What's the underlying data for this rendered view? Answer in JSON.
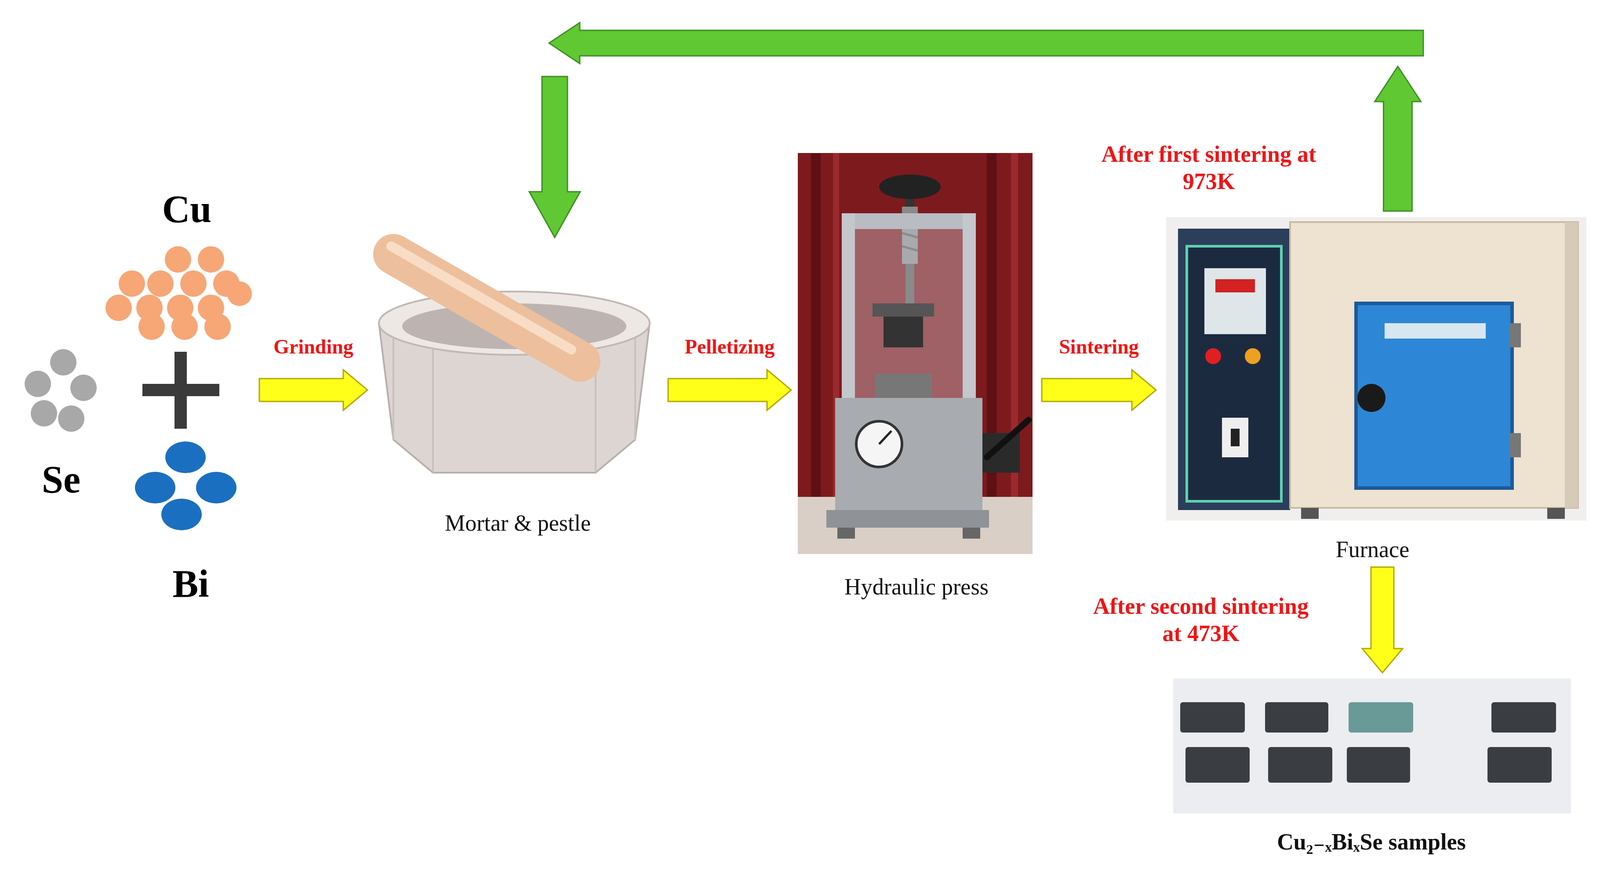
{
  "diagram": {
    "nodes": [
      {
        "text": [
          "Cu",
          "Se",
          "Bi"
        ]
      },
      {
        "text": [
          "Mortar & pestle"
        ]
      },
      {
        "text": [
          "Hydraulic press"
        ]
      },
      {
        "text": [
          "Furnace"
        ]
      },
      {
        "text": [
          "Cu₂₋ₓBiₓSe samples"
        ]
      }
    ],
    "edges": [
      {
        "from": 0,
        "to": 1,
        "arrow": "to",
        "label": "Grinding"
      },
      {
        "from": 1,
        "to": 2,
        "arrow": "to",
        "label": "Pelletizing"
      },
      {
        "from": 2,
        "to": 3,
        "arrow": "to",
        "label": "Sintering"
      },
      {
        "from": 3,
        "to": 1,
        "arrow": "to",
        "label": "After first sintering at 973K"
      },
      {
        "from": 3,
        "to": 4,
        "arrow": "to",
        "label": "After second sintering at 473K"
      }
    ]
  }
}
